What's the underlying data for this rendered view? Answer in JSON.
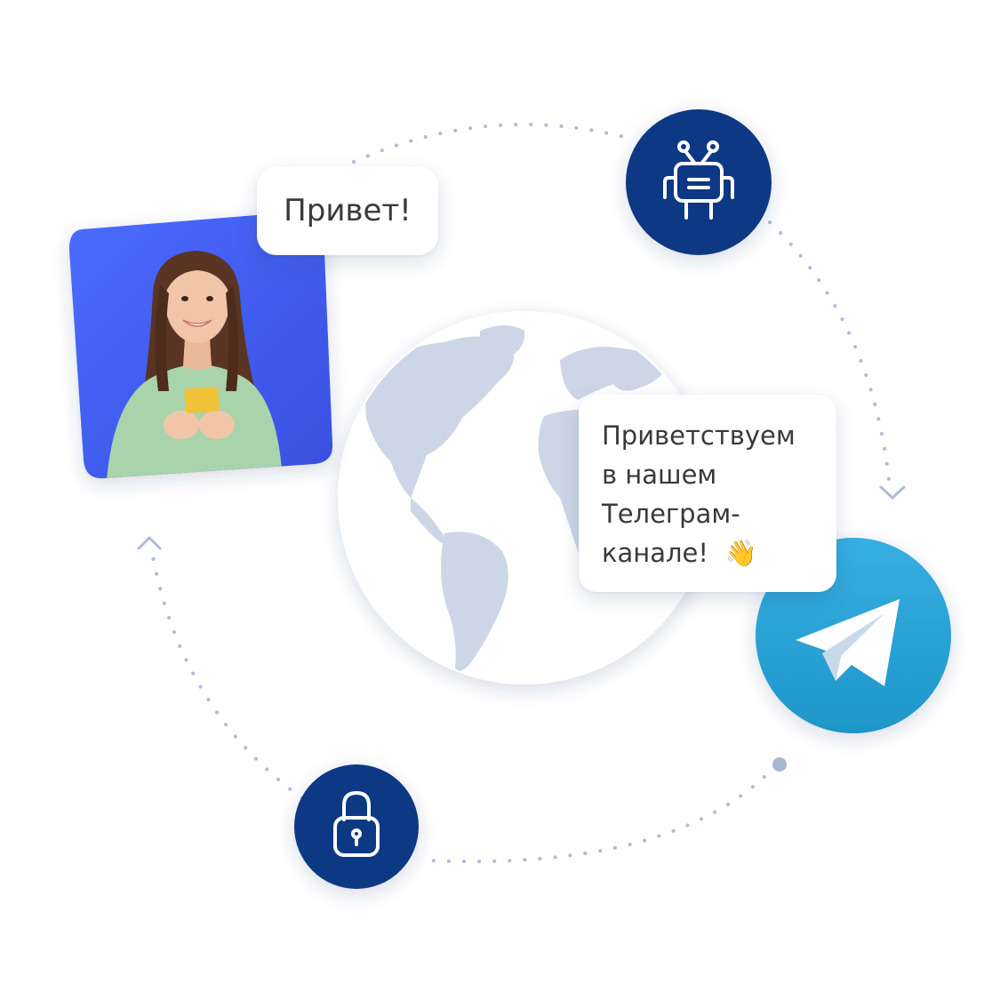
{
  "greeting": {
    "text": "Привет!"
  },
  "welcome": {
    "line1": "Приветствуем",
    "line2": "в нашем",
    "line3": "Телеграм-",
    "line4": "каналe!",
    "emoji": "👋"
  },
  "colors": {
    "navy": "#0d3884",
    "telegram_light": "#37aee2",
    "telegram_dark": "#1e96c8",
    "photo_blue": "#4a63f2",
    "globe_land": "#cdd6e6",
    "dotted_path": "#aebcd6"
  },
  "icons": [
    "robot-icon",
    "telegram-plane-icon",
    "padlock-icon",
    "globe-icon",
    "woman-with-phone-photo"
  ]
}
